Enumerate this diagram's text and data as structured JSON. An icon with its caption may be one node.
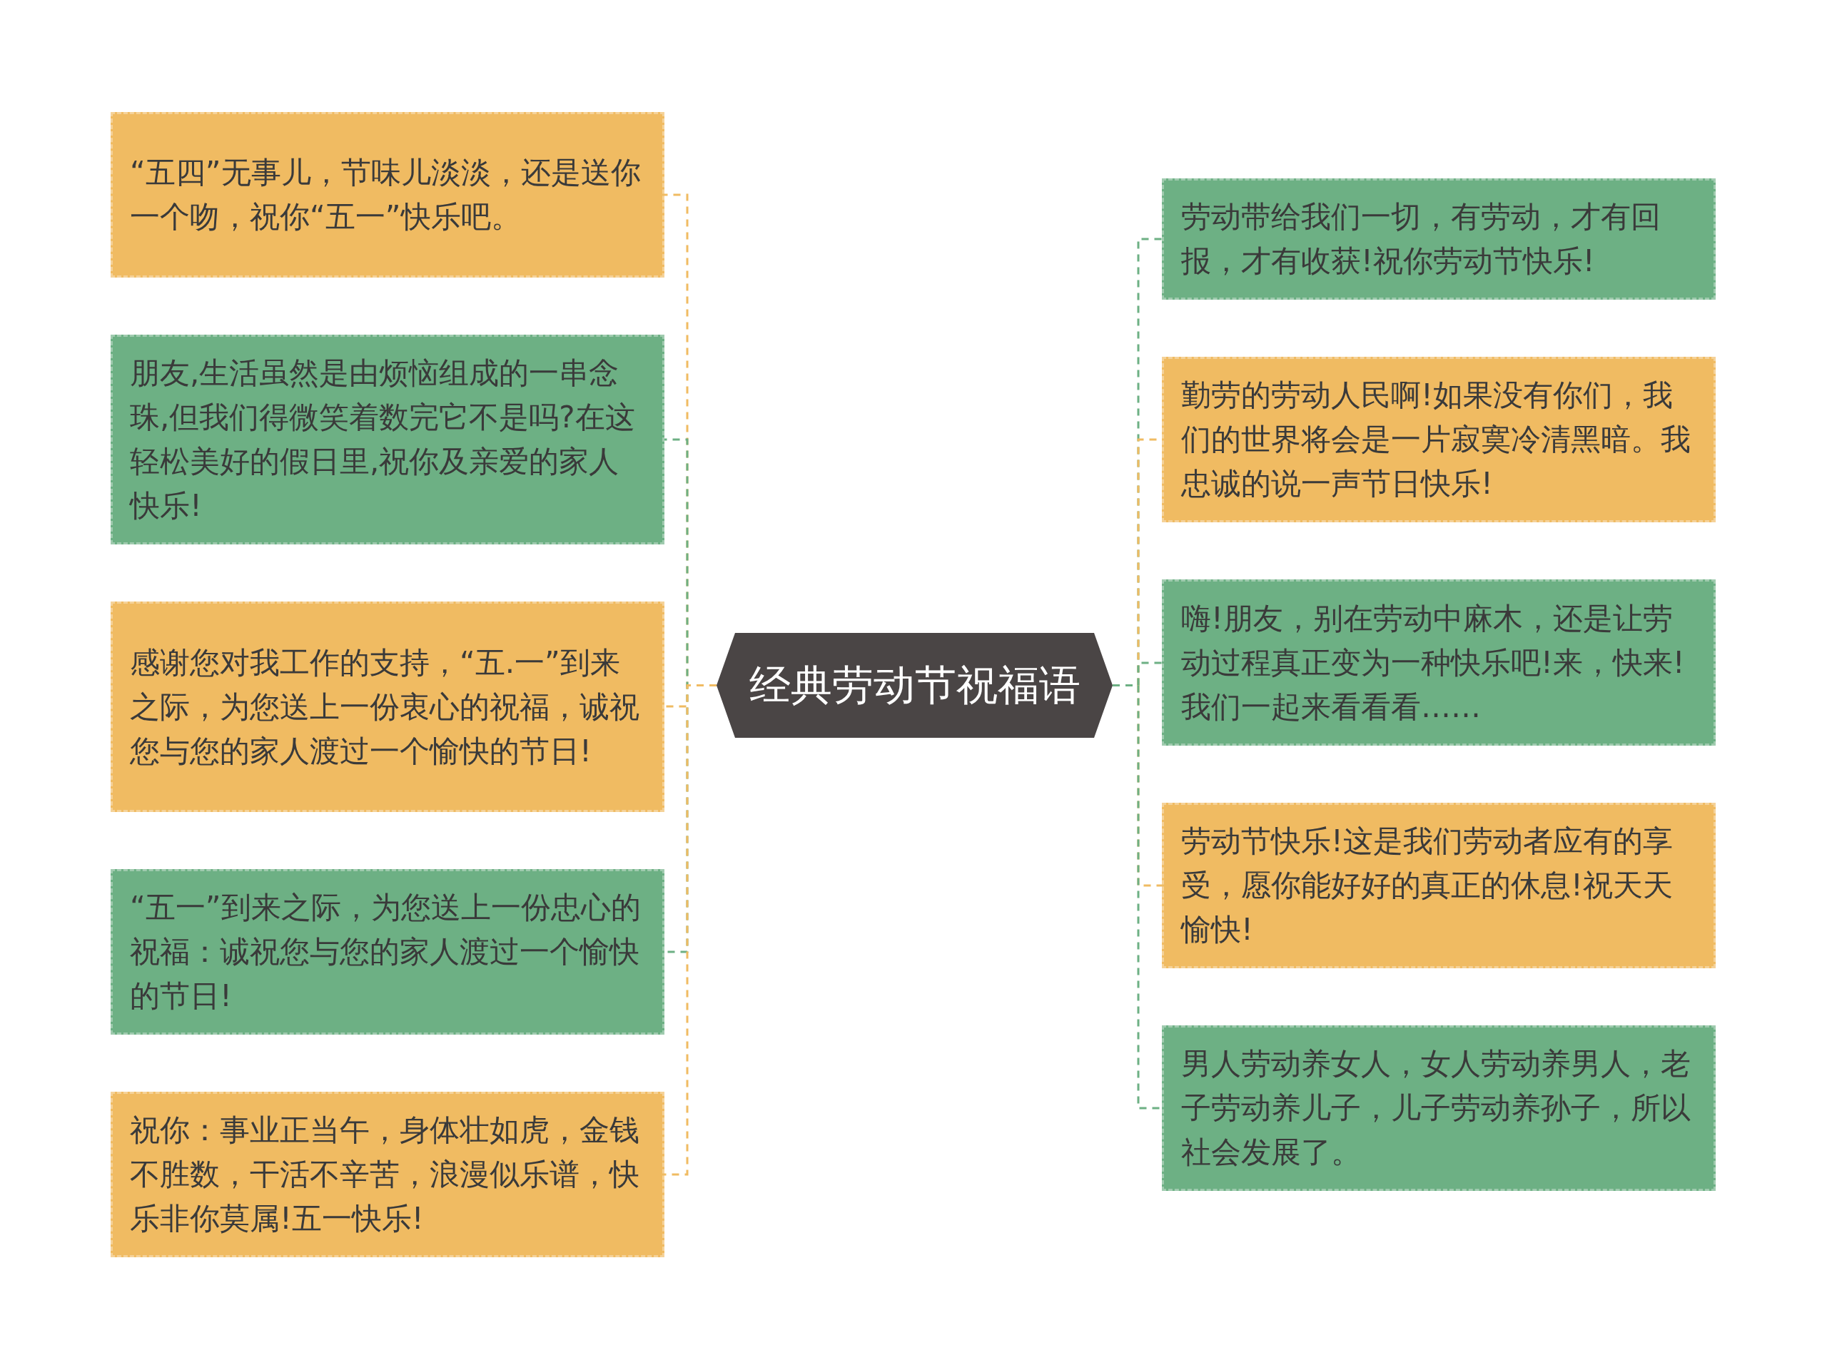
{
  "diagram": {
    "nodes": [
      {
        "text": [
          "经典劳动节祝福语"
        ]
      },
      {
        "text": [
          "“五四”无事儿，节味儿淡淡，还是送你一个吻，祝你“五一”快乐吧。"
        ]
      },
      {
        "text": [
          "朋友,生活虽然是由烦恼组成的一串念珠,但我们得微笑着数完它不是吗?在这轻松美好的假日里,祝你及亲爱的家人快乐!"
        ]
      },
      {
        "text": [
          "感谢您对我工作的支持，“五.一”到来之际，为您送上一份衷心的祝福，诚祝您与您的家人渡过一个愉快的节日!"
        ]
      },
      {
        "text": [
          "“五一”到来之际，为您送上一份忠心的祝福：诚祝您与您的家人渡过一个愉快的节日!"
        ]
      },
      {
        "text": [
          "祝你：事业正当午，身体壮如虎，金钱不胜数，干活不辛苦，浪漫似乐谱，快乐非你莫属!五一快乐!"
        ]
      },
      {
        "text": [
          "劳动带给我们一切，有劳动，才有回报，才有收获!祝你劳动节快乐!"
        ]
      },
      {
        "text": [
          "勤劳的劳动人民啊!如果没有你们，我们的世界将会是一片寂寞冷清黑暗。我忠诚的说一声节日快乐!"
        ]
      },
      {
        "text": [
          "嗨!朋友，别在劳动中麻木，还是让劳动过程真正变为一种快乐吧!来，快来!我们一起来看看看……"
        ]
      },
      {
        "text": [
          "劳动节快乐!这是我们劳动者应有的享受，愿你能好好的真正的休息!祝天天愉快!"
        ]
      },
      {
        "text": [
          "男人劳动养女人，女人劳动养男人，老子劳动养儿子，儿子劳动养孙子，所以社会发展了。"
        ]
      }
    ],
    "edges": [
      {
        "from": 0,
        "to": 1,
        "arrow": "none",
        "style": "dashed",
        "color": "#f0bb62"
      },
      {
        "from": 0,
        "to": 2,
        "arrow": "none",
        "style": "dashed",
        "color": "#6db084"
      },
      {
        "from": 0,
        "to": 3,
        "arrow": "none",
        "style": "dashed",
        "color": "#f0bb62"
      },
      {
        "from": 0,
        "to": 4,
        "arrow": "none",
        "style": "dashed",
        "color": "#6db084"
      },
      {
        "from": 0,
        "to": 5,
        "arrow": "none",
        "style": "dashed",
        "color": "#f0bb62"
      },
      {
        "from": 0,
        "to": 6,
        "arrow": "none",
        "style": "dashed",
        "color": "#6db084"
      },
      {
        "from": 0,
        "to": 7,
        "arrow": "none",
        "style": "dashed",
        "color": "#f0bb62"
      },
      {
        "from": 0,
        "to": 8,
        "arrow": "none",
        "style": "dashed",
        "color": "#6db084"
      },
      {
        "from": 0,
        "to": 9,
        "arrow": "none",
        "style": "dashed",
        "color": "#f0bb62"
      },
      {
        "from": 0,
        "to": 10,
        "arrow": "none",
        "style": "dashed",
        "color": "#6db084"
      }
    ]
  }
}
